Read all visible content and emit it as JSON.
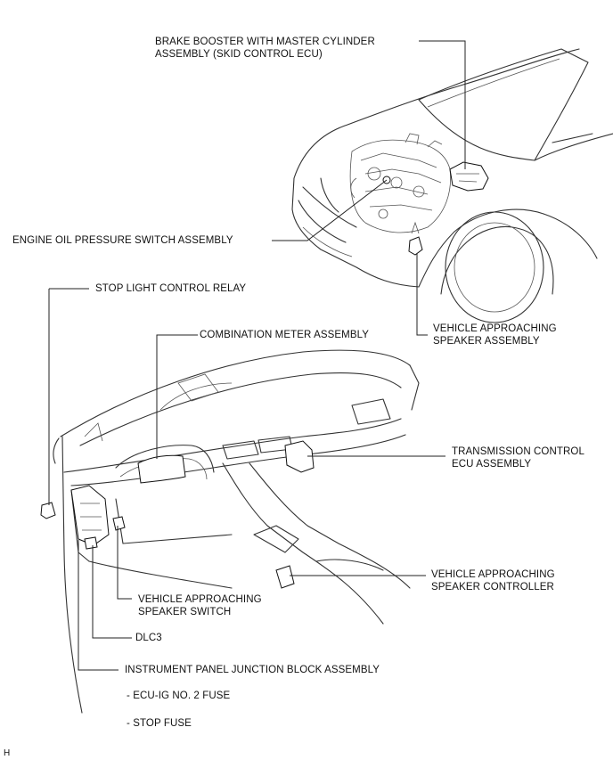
{
  "labels": {
    "brake_booster": [
      "BRAKE BOOSTER WITH MASTER CYLINDER",
      "ASSEMBLY (SKID CONTROL ECU)"
    ],
    "engine_oil": "ENGINE OIL PRESSURE SWITCH ASSEMBLY",
    "stop_light_relay": "STOP LIGHT CONTROL RELAY",
    "vehicle_speaker_assy": [
      "VEHICLE APPROACHING",
      "SPEAKER ASSEMBLY"
    ],
    "combination_meter": "COMBINATION METER ASSEMBLY",
    "transmission_ecu": [
      "TRANSMISSION CONTROL",
      "ECU ASSEMBLY"
    ],
    "speaker_controller": [
      "VEHICLE APPROACHING",
      "SPEAKER CONTROLLER"
    ],
    "speaker_switch": [
      "VEHICLE APPROACHING",
      "SPEAKER SWITCH"
    ],
    "dlc3": "DLC3",
    "junction_block": "INSTRUMENT PANEL JUNCTION BLOCK ASSEMBLY",
    "fuse_ecu_ig": "- ECU-IG NO. 2 FUSE",
    "fuse_stop": "- STOP FUSE",
    "corner_mark": "H"
  }
}
